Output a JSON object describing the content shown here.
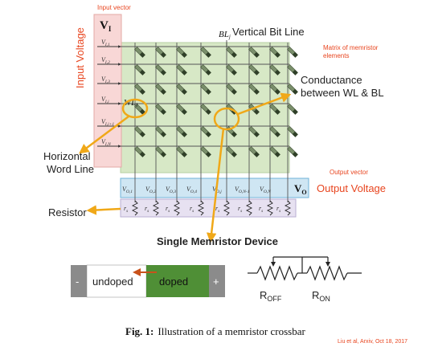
{
  "labels": {
    "input_vector": "Input vector",
    "input_voltage": "Input Voltage",
    "vertical_bit_line": "Vertical Bit Line",
    "matrix_elements_line1": "Matrix of memristor",
    "matrix_elements_line2": "elements",
    "conductance_line1": "Conductance",
    "conductance_line2": "between WL & BL",
    "horizontal_line1": "Horizontal",
    "horizontal_line2": "Word Line",
    "output_vector": "Output vector",
    "output_voltage": "Output Voltage",
    "resistor": "Resistor",
    "single_device": "Single Memristor Device",
    "minus": "-",
    "plus": "+",
    "undoped": "undoped",
    "doped": "doped",
    "r_off": "R",
    "r_off_sub": "OFF",
    "r_on": "R",
    "r_on_sub": "ON",
    "caption_prefix": "Fig. 1:",
    "caption_text": "Illustration of a memristor crossbar",
    "citation": "Liu et al, Arxiv, Oct 18, 2017"
  },
  "symbols": {
    "v_i": "V",
    "v_i_sub": "I",
    "v_o": "V",
    "v_o_sub": "O",
    "bl_j": "BL",
    "bl_j_sub": "j",
    "wl_i": "WL",
    "wl_i_sub": "i",
    "input_rows": [
      "V",
      "V",
      "V",
      "V",
      "V",
      "V"
    ],
    "input_subs": [
      "I,1",
      "I,2",
      "I,3",
      "I,i",
      "I,i+1",
      "I,N"
    ],
    "outputs": [
      "V",
      "V",
      "V",
      "V",
      "V",
      "V",
      "V",
      "V"
    ],
    "output_subs": [
      "O,1",
      "O,2",
      "O,3",
      "O,4",
      "O,j",
      "O,N-1",
      "O,N",
      ""
    ],
    "resistor_label": "r",
    "resistor_sub": "s"
  },
  "colors": {
    "annotation_red": "#e8451f",
    "arrow_orange": "#f0a818",
    "grid_green": "#d7e8c6",
    "input_pink": "#f8d7d6",
    "output_blue": "#cfe6f3",
    "resistor_purple": "#e7e1f1",
    "doped_green": "#4f8f36",
    "terminal_gray": "#8b8b8b"
  }
}
